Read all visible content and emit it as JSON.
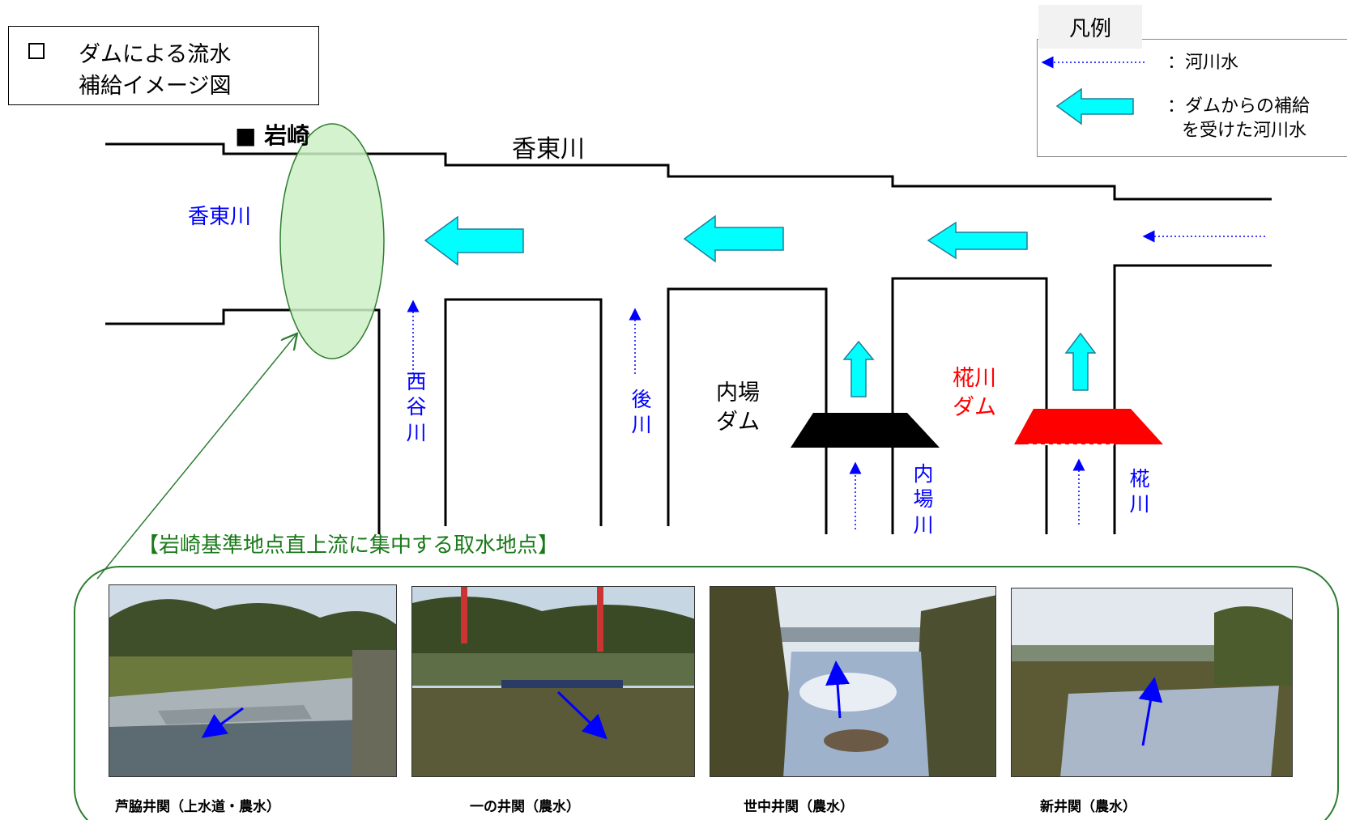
{
  "title": {
    "line1": "ダムによる流水",
    "line2": "補給イメージ図"
  },
  "legend": {
    "heading": "凡例",
    "river_water": "：河川水",
    "supplied_line1": "：ダムからの補給",
    "supplied_line2": "を受けた河川水"
  },
  "labels": {
    "iwasaki": "■ 岩崎",
    "koto_main_top": "香東川",
    "koto_left": "香東川",
    "nishitani": "西谷川",
    "ushiro": "後川",
    "naiba_dam_l1": "内場",
    "naiba_dam_l2": "ダム",
    "naiba_river": "内場川",
    "kegawa_dam_l1": "椛川",
    "kegawa_dam_l2": "ダム",
    "kegawa_river": "椛川"
  },
  "intake_heading": "【岩崎基準地点直上流に集中する取水地点】",
  "photos": [
    {
      "caption": "芦脇井関（上水道・農水）"
    },
    {
      "caption": "一の井関（農水）"
    },
    {
      "caption": "世中井関（農水）"
    },
    {
      "caption": "新井関（農水）"
    }
  ],
  "colors": {
    "supply_arrow": "#00ffff",
    "river_arrow": "#0000ff",
    "naiba_dam": "#000000",
    "kegawa_dam": "#ff0000",
    "ellipse": "#ccf0c4",
    "intake_frame": "#2e7d32"
  }
}
